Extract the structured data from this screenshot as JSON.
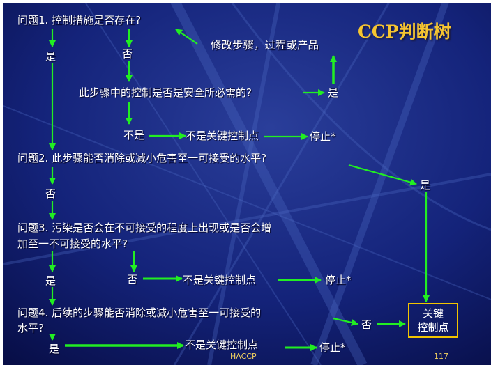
{
  "title": "CCP判断树",
  "nodes": {
    "q1": "问题1. 控制措施是否存在?",
    "q1_yes": "是",
    "q1_no": "否",
    "modify": "修改步骤，过程或产品",
    "necessary": "此步骤中的控制是否是安全所必需的?",
    "necessary_yes": "是",
    "necessary_no": "不是",
    "not_ccp_1": "不是关键控制点",
    "stop_1": "停止*",
    "q2": "问题2. 此步骤能否消除或减小危害至一可接受的水平?",
    "q2_yes": "是",
    "q2_no": "否",
    "q3_line1": "问题3. 污染是否会在不可接受的程度上出现或是否会增",
    "q3_line2": "加至一不可接受的水平?",
    "q3_yes": "是",
    "q3_no": "否",
    "not_ccp_2": "不是关键控制点",
    "stop_2": "停止*",
    "q4_line1": "问题4. 后续的步骤能否消除或减小危害至一可接受的",
    "q4_line2": "水平?",
    "q4_no": "否",
    "q4_yes": "是",
    "not_ccp_3": "不是关键控制点",
    "stop_3": "停止*",
    "ccp_line1": "关键",
    "ccp_line2": "控制点"
  },
  "footer": {
    "center": "HACCP",
    "page": "117"
  },
  "colors": {
    "arrow": "#22ee22",
    "title": "#f6c531",
    "ccp_border": "#f2c400",
    "background": "#0b1450"
  }
}
